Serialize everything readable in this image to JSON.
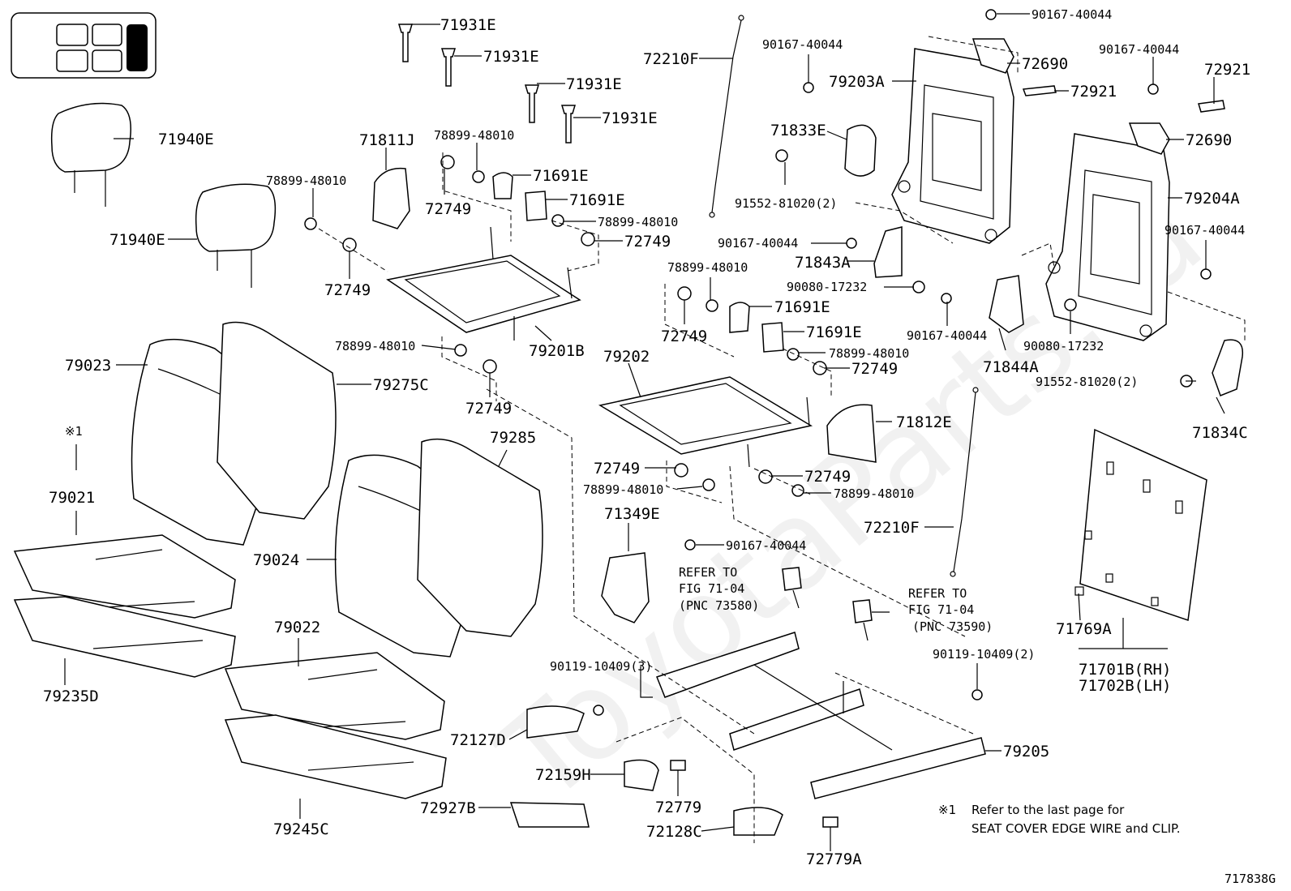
{
  "watermark": "ToyotaParts.ru",
  "diagram_id": "717838G",
  "labels": {
    "p71931E_1": "71931E",
    "p71931E_2": "71931E",
    "p71931E_3": "71931E",
    "p71931E_4": "71931E",
    "p72210F_1": "72210F",
    "p72210F_2": "72210F",
    "p90167_top": "90167-40044",
    "p90167_a": "90167-40044",
    "p90167_b": "90167-40044",
    "p90167_c": "90167-40044",
    "p90167_d": "90167-40044",
    "p90167_e": "90167-40044",
    "p90167_f": "90167-40044",
    "p79203A": "79203A",
    "p72690_1": "72690",
    "p72690_2": "72690",
    "p72921_1": "72921",
    "p72921_2": "72921",
    "p71940E_1": "71940E",
    "p71940E_2": "71940E",
    "p71811J": "71811J",
    "p78899_a": "78899-48010",
    "p78899_b": "78899-48010",
    "p78899_c": "78899-48010",
    "p78899_d": "78899-48010",
    "p78899_e": "78899-48010",
    "p78899_f": "78899-48010",
    "p78899_g": "78899-48010",
    "p78899_h": "78899-48010",
    "p71691E_1": "71691E",
    "p71691E_2": "71691E",
    "p71691E_3": "71691E",
    "p71691E_4": "71691E",
    "p72749_1": "72749",
    "p72749_2": "72749",
    "p72749_3": "72749",
    "p72749_4": "72749",
    "p72749_5": "72749",
    "p72749_6": "72749",
    "p72749_7": "72749",
    "p72749_8": "72749",
    "p71833E": "71833E",
    "p91552_1": "91552-81020(2)",
    "p91552_2": "91552-81020(2)",
    "p79204A": "79204A",
    "p71843A": "71843A",
    "p90080_1": "90080-17232",
    "p90080_2": "90080-17232",
    "p71844A": "71844A",
    "p71834C": "71834C",
    "p79201B": "79201B",
    "p79023": "79023",
    "p79275C": "79275C",
    "p79202": "79202",
    "p71812E": "71812E",
    "note_mark_1": "※1",
    "p79285": "79285",
    "p79021": "79021",
    "p79024": "79024",
    "p71349E": "71349E",
    "refer1_a": "REFER TO",
    "refer1_b": "FIG 71-04",
    "refer1_c": "(PNC 73580)",
    "refer2_a": "REFER TO",
    "refer2_b": "FIG 71-04",
    "refer2_c": "(PNC 73590)",
    "p79022": "79022",
    "p90119_3": "90119-10409(3)",
    "p90119_2": "90119-10409(2)",
    "p71769A": "71769A",
    "p71701B": "71701B(RH)",
    "p71702B": "71702B(LH)",
    "p79235D": "79235D",
    "p72127D": "72127D",
    "p72159H": "72159H",
    "p79205": "79205",
    "p72927B": "72927B",
    "p72779": "72779",
    "p72128C": "72128C",
    "p72779A": "72779A",
    "p79245C": "79245C",
    "footnote_mark": "※1",
    "footnote_l1": "Refer to the last page for",
    "footnote_l2": "SEAT COVER EDGE WIRE and CLIP."
  }
}
